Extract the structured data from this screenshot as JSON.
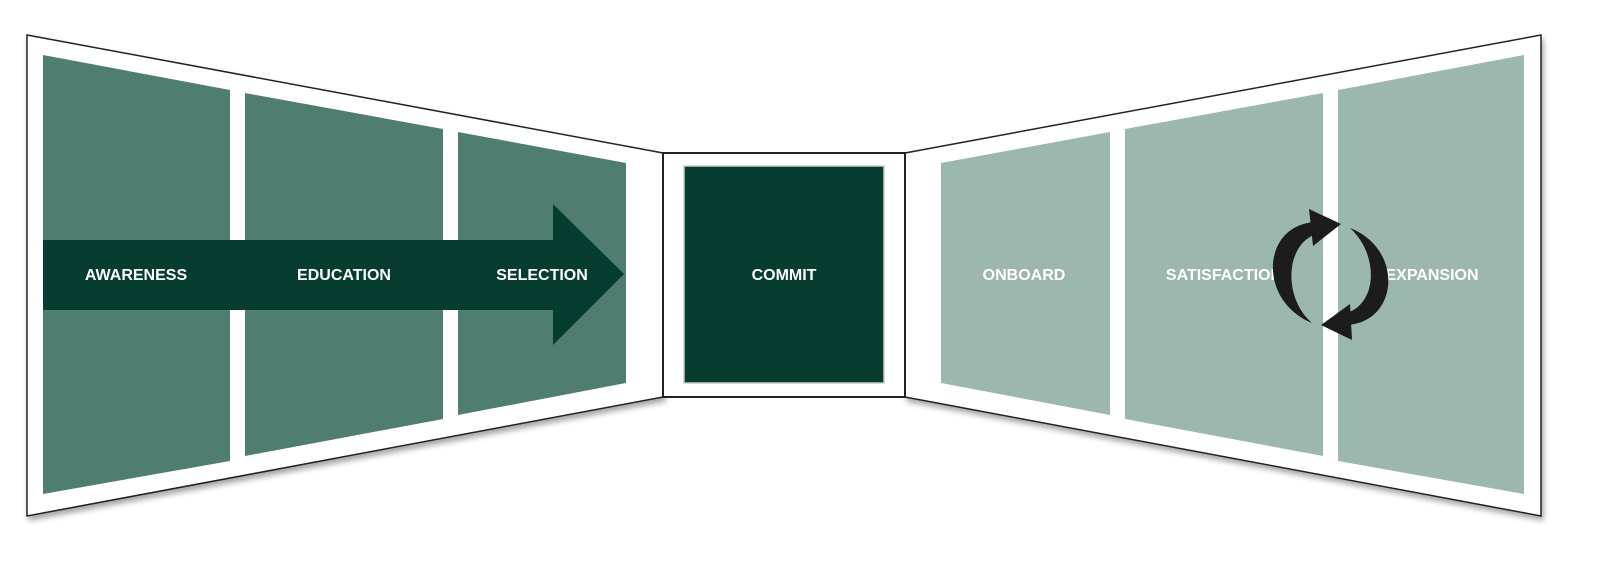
{
  "stages": [
    {
      "id": "awareness",
      "label": "AWARENESS"
    },
    {
      "id": "education",
      "label": "EDUCATION"
    },
    {
      "id": "selection",
      "label": "SELECTION"
    },
    {
      "id": "commit",
      "label": "COMMIT"
    },
    {
      "id": "onboard",
      "label": "ONBOARD"
    },
    {
      "id": "satisfaction",
      "label": "SATISFACTION"
    },
    {
      "id": "expansion",
      "label": "EXPANSION"
    }
  ],
  "colors": {
    "pre_sale_panel": "#4f7d71",
    "commit_panel": "#073d31",
    "post_sale_panel": "#9bb7ae",
    "arrow": "#073d31",
    "cycle_arrows": "#1c1c1c",
    "frame": "#ffffff",
    "frame_border": "#222222"
  },
  "icons": {
    "forward_arrow": "right-arrow-icon",
    "renewal_cycle": "cycle-arrows-icon"
  }
}
